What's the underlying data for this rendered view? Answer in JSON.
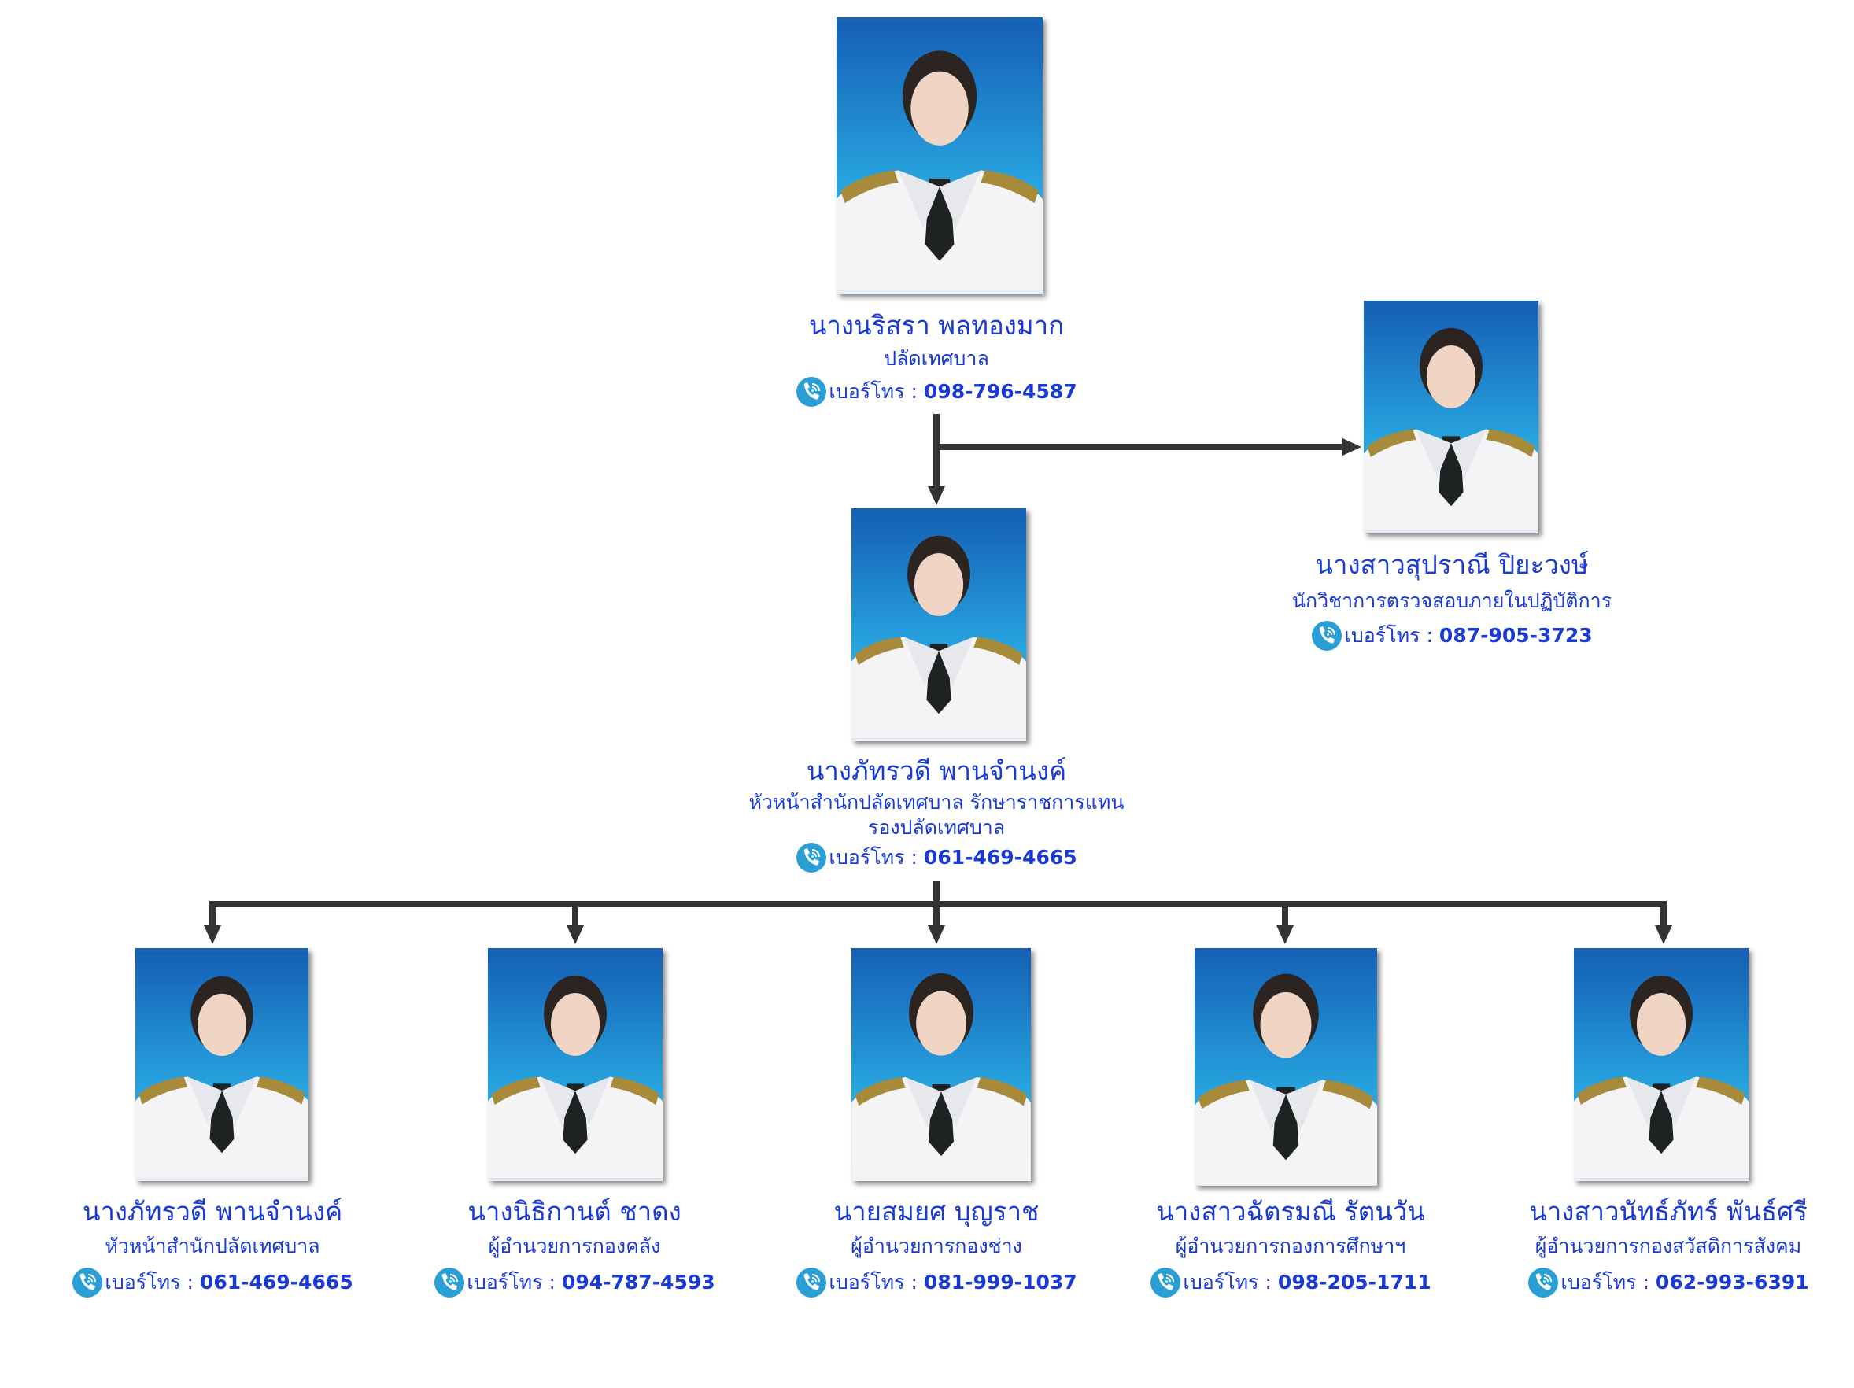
{
  "colors": {
    "text_blue": "#1a3ad8",
    "connector": "#333333",
    "phone_icon": "#2a9fd6",
    "photo_bg": "#1f86d0"
  },
  "phone_label": "เบอร์โทร :",
  "top": {
    "name": "นางนริสรา พลทองมาก",
    "title": "ปลัดเทศบาล",
    "phone": "098-796-4587",
    "photo_icon": "person-photo"
  },
  "auditor": {
    "name": "นางสาวสุปราณี ปิยะวงษ์",
    "title": "นักวิชาการตรวจสอบภายในปฏิบัติการ",
    "phone": "087-905-3723",
    "photo_icon": "person-photo"
  },
  "deputy": {
    "name": "นางภัทรวดี พานจำนงค์",
    "title_line1": "หัวหน้าสำนักปลัดเทศบาล รักษาราชการแทน",
    "title_line2": "รองปลัดเทศบาล",
    "phone": "061-469-4665",
    "photo_icon": "person-photo"
  },
  "departments": [
    {
      "name": "นางภัทรวดี พานจำนงค์",
      "title": "หัวหน้าสำนักปลัดเทศบาล",
      "phone": "061-469-4665"
    },
    {
      "name": "นางนิธิกานต์ ชาดง",
      "title": "ผู้อำนวยการกองคลัง",
      "phone": "094-787-4593"
    },
    {
      "name": "นายสมยศ บุญราช",
      "title": "ผู้อำนวยการกองช่าง",
      "phone": "081-999-1037"
    },
    {
      "name": "นางสาวฉัตรมณี รัตนวัน",
      "title": "ผู้อำนวยการกองการศึกษาฯ",
      "phone": "098-205-1711"
    },
    {
      "name": "นางสาวนัทธ์ภัทร์ พันธ์ศรี",
      "title": "ผู้อำนวยการกองสวัสดิการสังคม",
      "phone": "062-993-6391"
    }
  ]
}
